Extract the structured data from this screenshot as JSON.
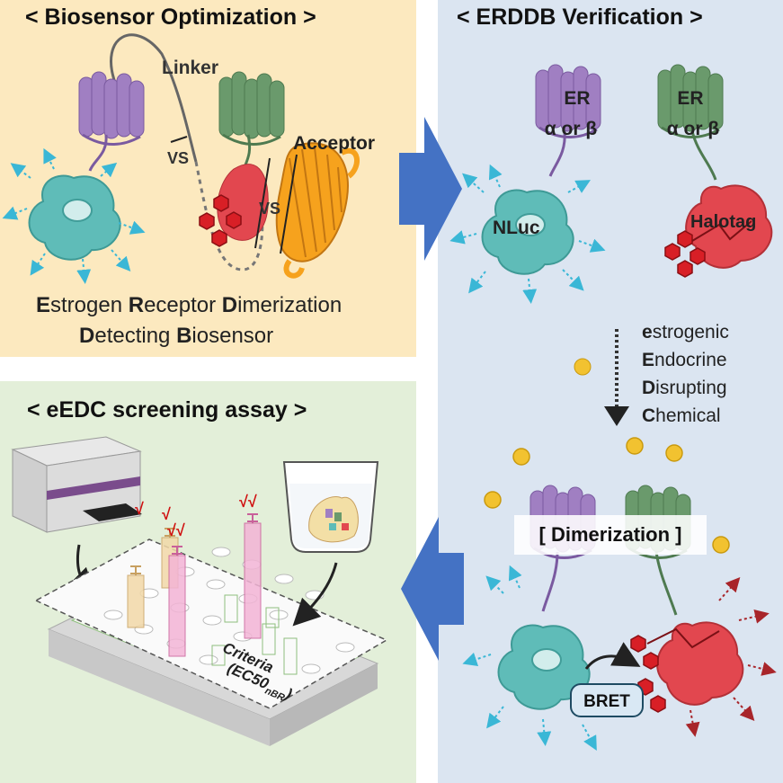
{
  "panels": {
    "optimization": {
      "title": "< Biosensor Optimization >",
      "linker": "Linker",
      "acceptor": "Acceptor",
      "vs": "VS",
      "acronym_line1": [
        [
          "E",
          "strogen "
        ],
        [
          "R",
          "eceptor "
        ],
        [
          "D",
          "imerization"
        ]
      ],
      "acronym_line2": [
        [
          "D",
          "etecting "
        ],
        [
          "B",
          "iosensor"
        ]
      ]
    },
    "verification": {
      "title": "< ERDDB Verification >",
      "er_label": "ER",
      "er_sub": "α or β",
      "donor": "NLuc",
      "acceptor": "Halotag",
      "edc_words": [
        [
          "e",
          "strogenic"
        ],
        [
          "E",
          "ndocrine"
        ],
        [
          "D",
          "isrupting"
        ],
        [
          "C",
          "hemical"
        ]
      ],
      "dimerization": "[ Dimerization ]",
      "bret": "BRET"
    },
    "screening": {
      "title": "< eEDC screening assay >",
      "criteria": "Criteria",
      "ec50_prefix": "(EC50",
      "ec50_sub": "nBR",
      "ec50_suffix": ")",
      "check": "√",
      "double_check": "√√"
    }
  },
  "colors": {
    "optimization_bg": "#fce9bf",
    "verification_bg": "#dbe5f1",
    "screening_bg": "#e3efd9",
    "arrow": "#4472c4",
    "er_alpha": "#a07fc2",
    "er_beta": "#6a9a6c",
    "nluc": "#5fbcb8",
    "halotag": "#e2474f",
    "ligand": "#f2c230"
  }
}
